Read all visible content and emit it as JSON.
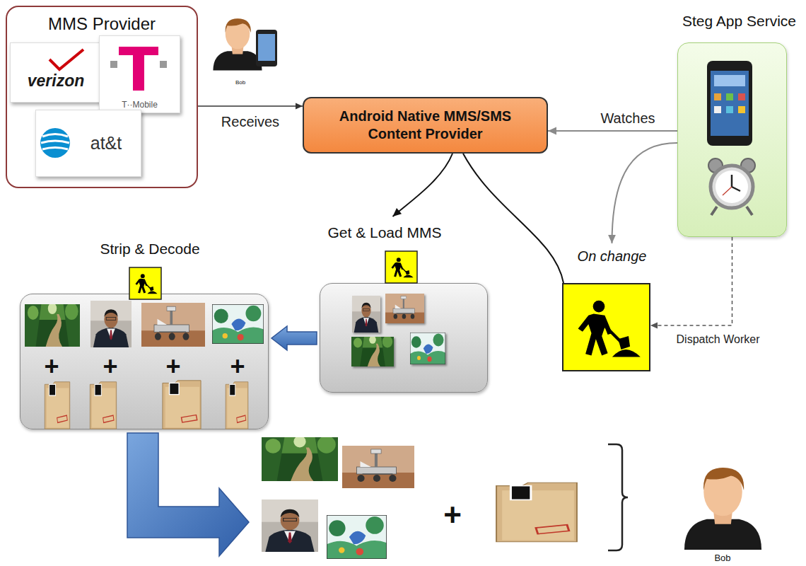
{
  "diagram": {
    "nodes": [
      {
        "text": [
          "MMS Provider"
        ]
      },
      {
        "text": [
          "verizon"
        ],
        "in": 0
      },
      {
        "text": [
          "T··Mobile"
        ],
        "in": 0
      },
      {
        "text": [
          "at&t"
        ],
        "in": 0
      },
      {
        "text": [
          "Android Native MMS/SMS Content Provider"
        ]
      },
      {
        "text": [
          "Steg App Service"
        ]
      },
      {
        "text": [
          "On change"
        ]
      },
      {
        "text": [
          "Get & Load MMS"
        ]
      },
      {
        "text": [
          "Strip & Decode"
        ]
      }
    ],
    "edges": [
      {
        "from": 0,
        "to": 4,
        "label": "Receives",
        "arrow": "to"
      },
      {
        "from": 5,
        "to": 4,
        "label": "Watches",
        "arrow": "to"
      },
      {
        "from": 5,
        "to": 6,
        "arrow": "to"
      },
      {
        "from": 5,
        "to": 6,
        "label": "Dispatch Worker",
        "arrow": "to"
      },
      {
        "from": 4,
        "to": 6,
        "arrow": "none"
      },
      {
        "from": 4,
        "to": 7,
        "arrow": "to"
      },
      {
        "from": 7,
        "to": 8,
        "arrow": "to"
      }
    ],
    "labels": [
      "Bob",
      "+",
      "+",
      "+",
      "+",
      "+",
      "Bob"
    ]
  }
}
